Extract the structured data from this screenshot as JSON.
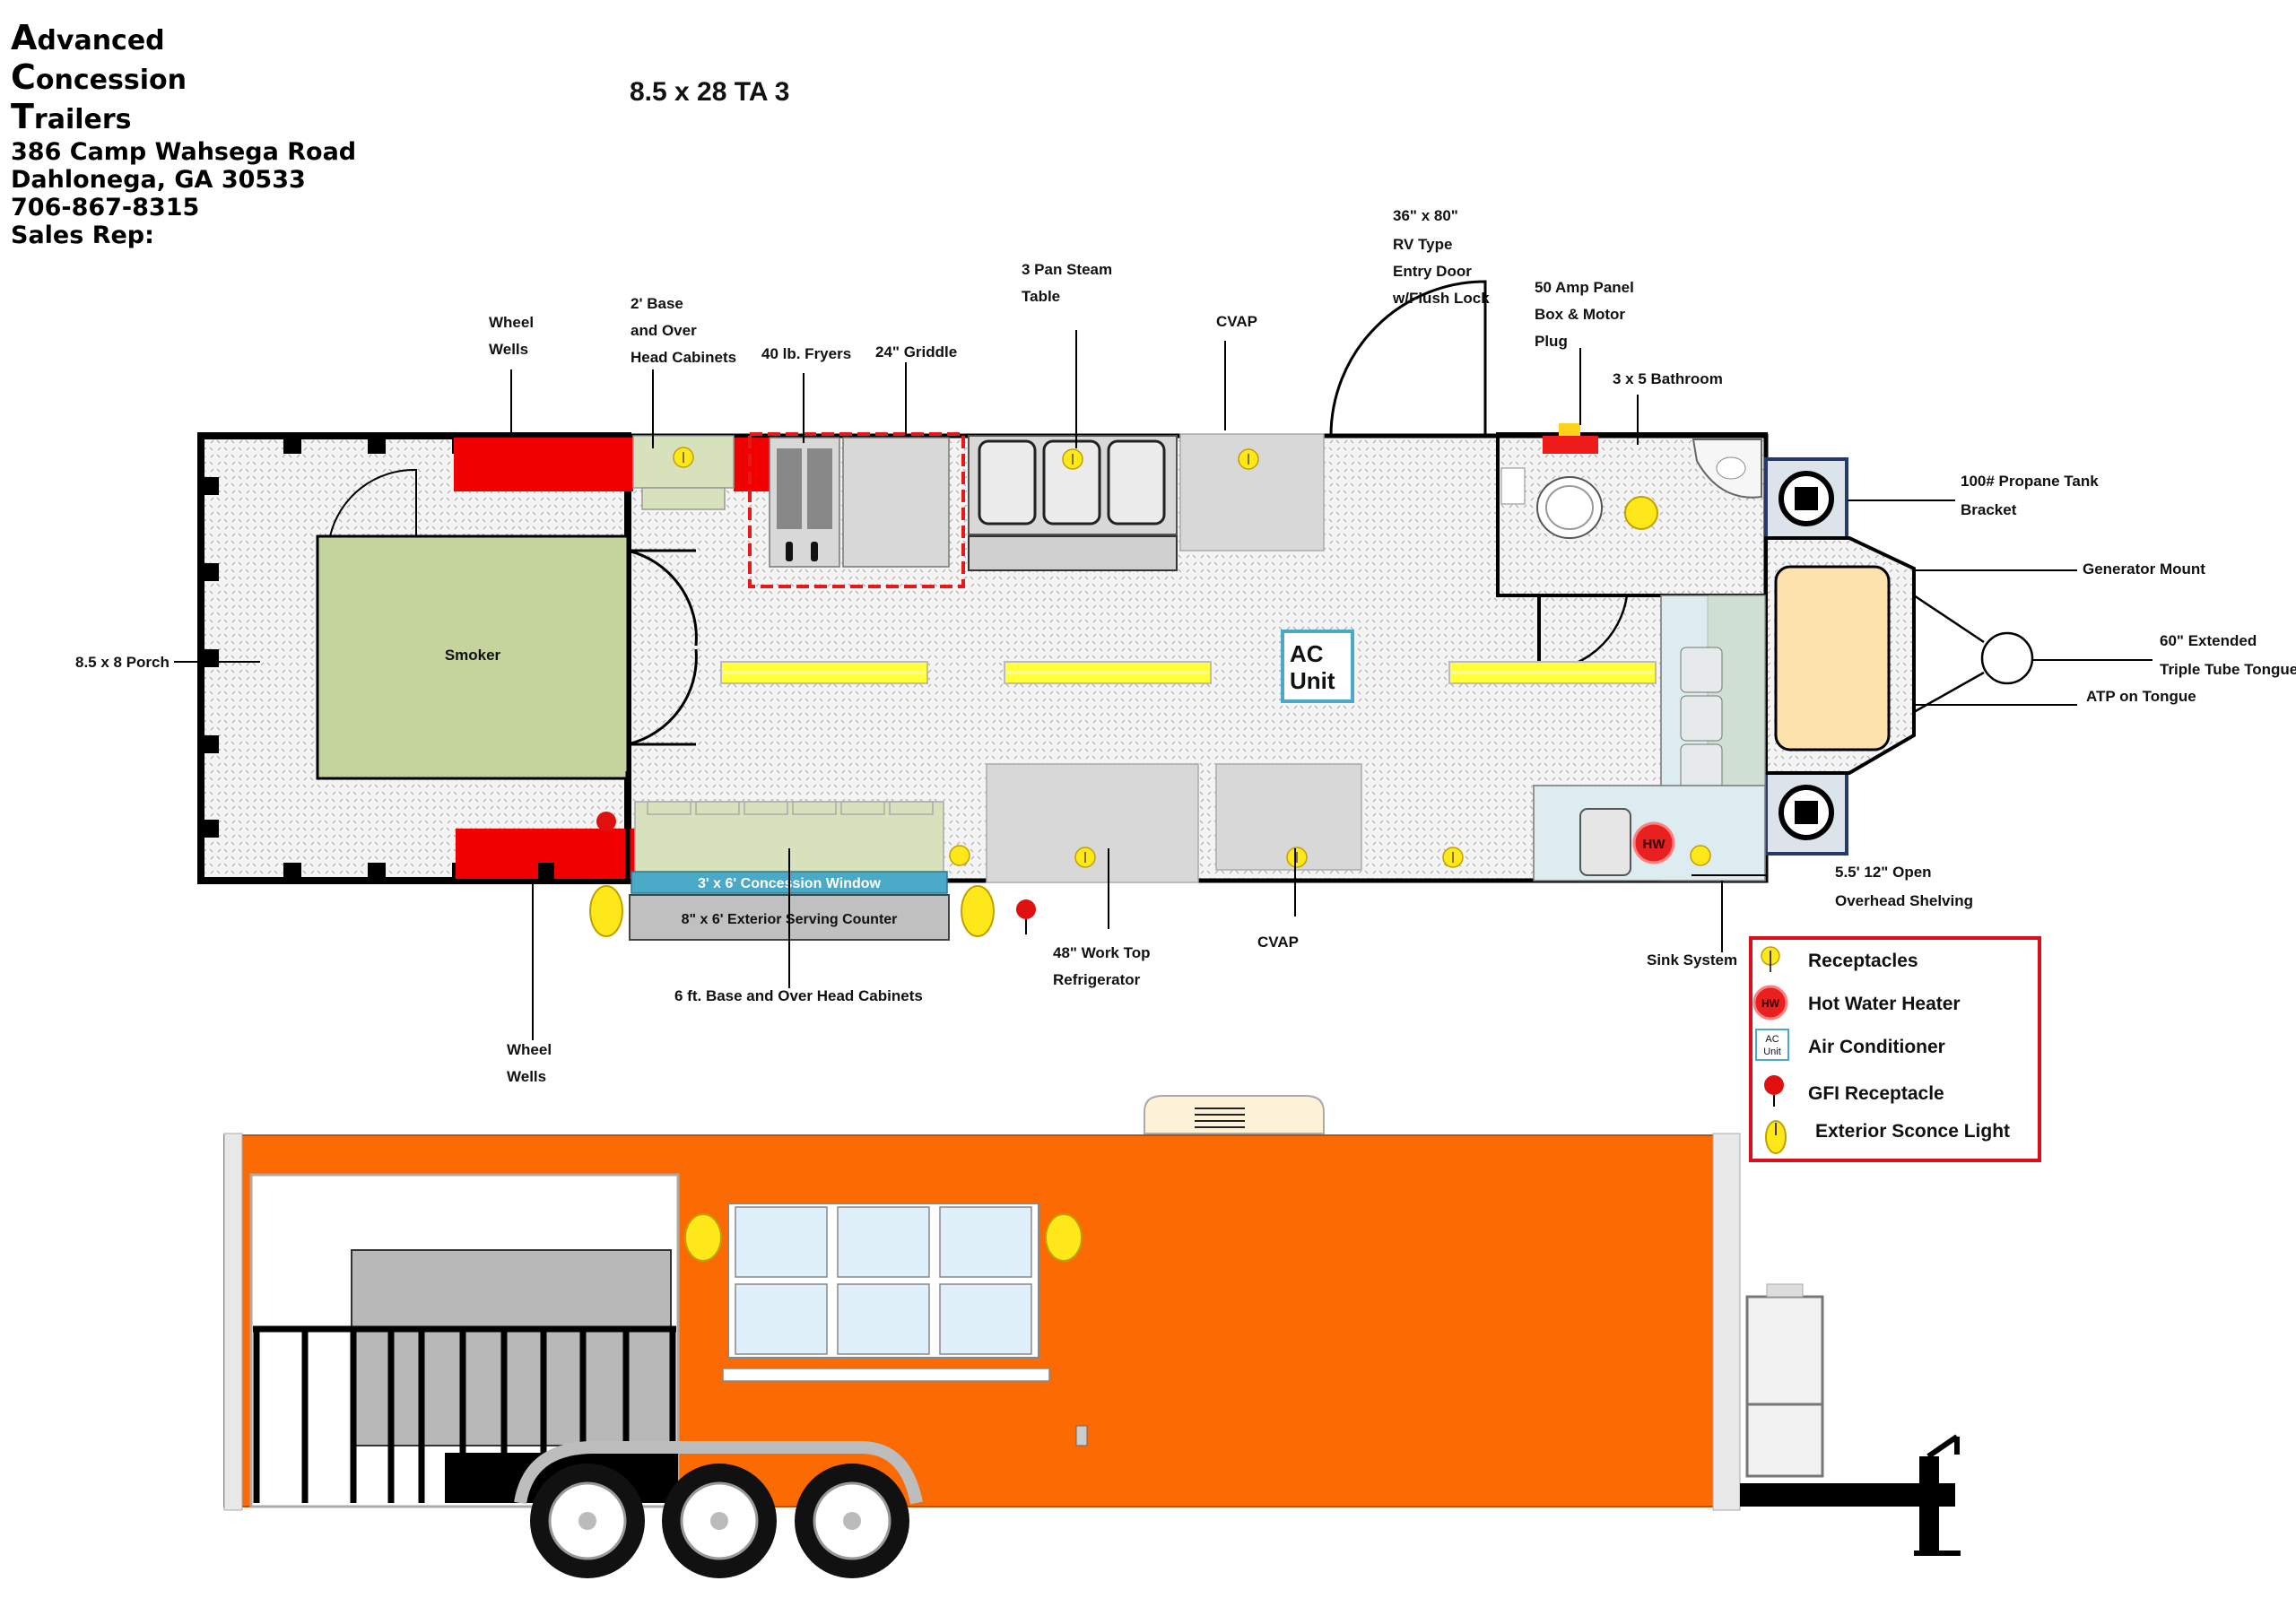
{
  "company": {
    "name_lines": [
      {
        "initial": "A",
        "rest": "dvanced"
      },
      {
        "initial": "C",
        "rest": "oncession"
      },
      {
        "initial": "T",
        "rest": "railers"
      }
    ],
    "address": "386 Camp Wahsega Road",
    "city": "Dahlonega, GA 30533",
    "phone": "706-867-8315",
    "sales_rep": "Sales Rep:"
  },
  "model": "8.5 x 28 TA 3",
  "labels": {
    "wheel_wells_top": [
      "Wheel",
      "Wells"
    ],
    "base_cabinets_2ft": [
      "2' Base",
      "and Over",
      "Head Cabinets"
    ],
    "fryers": "40 lb. Fryers",
    "griddle": "24\" Griddle",
    "steam_table": [
      "3 Pan Steam",
      "Table"
    ],
    "cvap_top": "CVAP",
    "entry_door": [
      "36\" x 80\"",
      "RV Type",
      "Entry Door",
      "w/Flush Lock"
    ],
    "panel_box": [
      "50 Amp Panel",
      "Box & Motor",
      "Plug"
    ],
    "bathroom": "3 x 5 Bathroom",
    "propane": [
      "100# Propane Tank",
      "Bracket"
    ],
    "generator": "Generator Mount",
    "tongue": [
      "60\" Extended",
      "Triple Tube Tongue"
    ],
    "atp": "ATP on Tongue",
    "porch": "8.5 x 8 Porch",
    "smoker": "Smoker",
    "ac_unit": [
      "AC",
      "Unit"
    ],
    "concession_window": "3' x 6' Concession Window",
    "serving_counter": "8\" x 6' Exterior Serving Counter",
    "base_cabinets_6ft": "6 ft. Base and Over Head Cabinets",
    "refrigerator": [
      "48\" Work Top",
      "Refrigerator"
    ],
    "cvap_bottom": "CVAP",
    "shelving": [
      "5.5' 12\" Open",
      "Overhead Shelving"
    ],
    "sink_system": "Sink System",
    "wheel_wells_bottom": [
      "Wheel",
      "Wells"
    ],
    "hw": "HW"
  },
  "legend": {
    "items": [
      {
        "label": "Receptacles",
        "icon": "receptacle-icon"
      },
      {
        "label": "Hot Water Heater",
        "icon": "hot-water-heater-icon",
        "badge": "HW"
      },
      {
        "label": "Air Conditioner",
        "icon": "ac-unit-icon",
        "badge_lines": [
          "AC",
          "Unit"
        ]
      },
      {
        "label": "GFI Receptacle",
        "icon": "gfi-receptacle-icon"
      },
      {
        "label": "Exterior Sconce Light",
        "icon": "sconce-light-icon"
      }
    ],
    "border_color": "#d9101c"
  },
  "colors": {
    "trailer_body": "#fc6a03",
    "wheel_well": "#f00000",
    "smoker": "#c4d49c",
    "cabinet": "#d7e2bc",
    "receptacle": "#ffe81a",
    "window_band": "#4aa9c6",
    "sink_area": "#dcecf0",
    "generator": "#fde2ac"
  }
}
